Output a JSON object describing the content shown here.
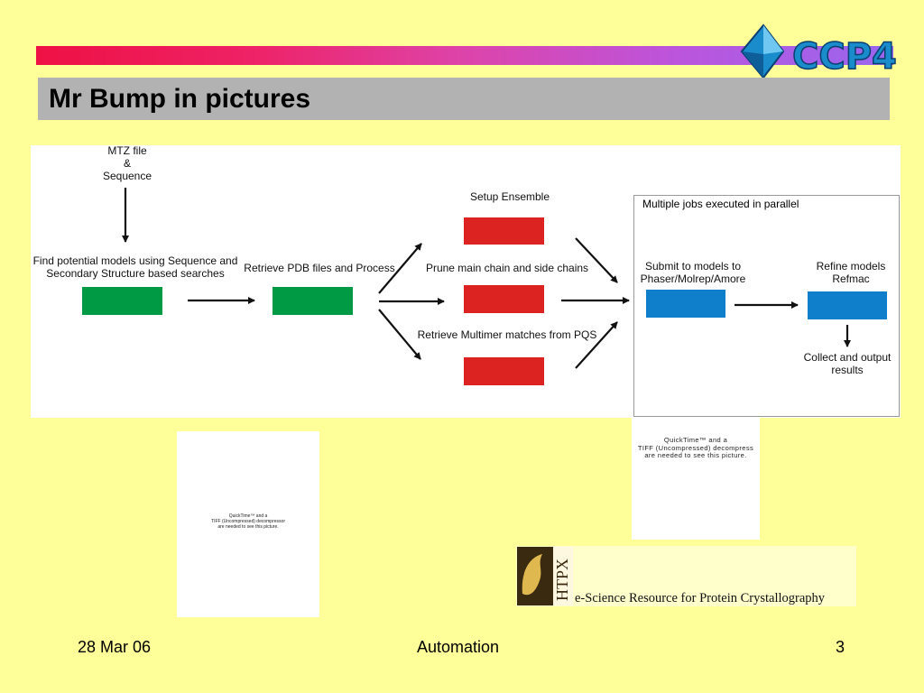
{
  "slide": {
    "title": "Mr Bump in pictures",
    "logo_text": "CCP4"
  },
  "flow": {
    "input_label_1": "MTZ file",
    "input_label_2": "&",
    "input_label_3": "Sequence",
    "find_models_1": "Find potential models using Sequence and",
    "find_models_2": "Secondary Structure based searches",
    "retrieve_pdb": "Retrieve PDB files and Process",
    "setup_ensemble": "Setup Ensemble",
    "prune_chains": "Prune main chain and side chains",
    "retrieve_multimer": "Retrieve Multimer matches from PQS",
    "parallel_label": "Multiple jobs executed in parallel",
    "submit_1": "Submit to models to",
    "submit_2": "Phaser/Molrep/Amore",
    "refine_1": "Refine models",
    "refine_2": "Refmac",
    "collect_1": "Collect and output",
    "collect_2": "results"
  },
  "placeholders": {
    "left_1": "QuickTime™ and a",
    "left_2": "TIFF (Uncompressed) decompressor",
    "left_3": "are needed to see this picture.",
    "right_1": "QuickTime™ and a",
    "right_2": "TIFF (Uncompressed) decompress",
    "right_3": "are needed to see this picture."
  },
  "banner": {
    "logo_text": "HTPX",
    "tagline": "e-Science Resource for Protein Crystallography"
  },
  "footer": {
    "date": "28 Mar 06",
    "topic": "Automation",
    "page": "3"
  },
  "colors": {
    "background": "#ffff99",
    "title_band": "#b2b2b2",
    "green_box": "#009944",
    "red_box": "#dd2222",
    "blue_box": "#0f7fcc",
    "logo_blue": "#1a8ccc"
  }
}
